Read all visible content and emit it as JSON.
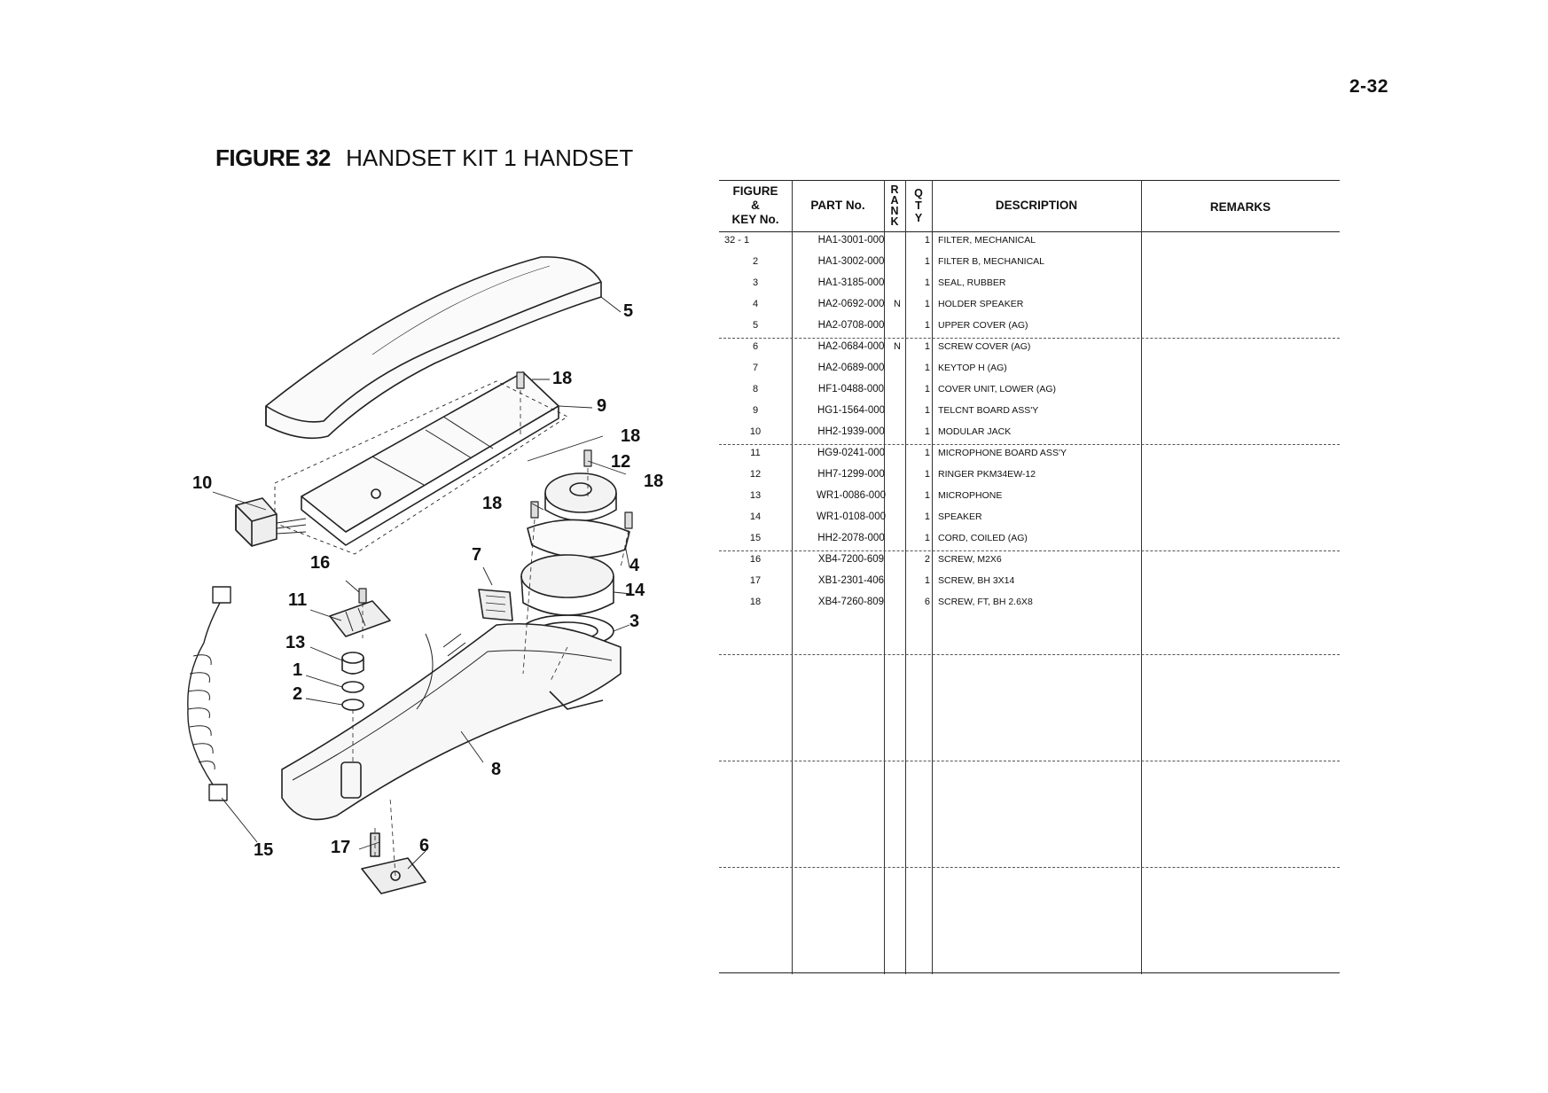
{
  "page": {
    "number": "2-32"
  },
  "figure": {
    "label": "FIGURE 32",
    "name": "HANDSET KIT 1 HANDSET"
  },
  "table": {
    "headers": {
      "figure_key": [
        "FIGURE",
        "&",
        "KEY No."
      ],
      "part_no": "PART No.",
      "rank": [
        "R",
        "A",
        "N",
        "K"
      ],
      "qty": [
        "Q",
        "T",
        "Y"
      ],
      "description": "DESCRIPTION",
      "remarks": "REMARKS"
    },
    "rows": [
      {
        "key": "32 -  1",
        "part": "HA1-3001-000",
        "rank": "",
        "qty": "1",
        "desc": "FILTER, MECHANICAL"
      },
      {
        "key": "2",
        "part": "HA1-3002-000",
        "rank": "",
        "qty": "1",
        "desc": "FILTER B, MECHANICAL"
      },
      {
        "key": "3",
        "part": "HA1-3185-000",
        "rank": "",
        "qty": "1",
        "desc": "SEAL, RUBBER"
      },
      {
        "key": "4",
        "part": "HA2-0692-000",
        "rank": "N",
        "qty": "1",
        "desc": "HOLDER SPEAKER"
      },
      {
        "key": "5",
        "part": "HA2-0708-000",
        "rank": "",
        "qty": "1",
        "desc": "UPPER COVER (AG)"
      },
      {
        "key": "6",
        "part": "HA2-0684-000",
        "rank": "N",
        "qty": "1",
        "desc": "SCREW COVER (AG)"
      },
      {
        "key": "7",
        "part": "HA2-0689-000",
        "rank": "",
        "qty": "1",
        "desc": "KEYTOP H (AG)"
      },
      {
        "key": "8",
        "part": "HF1-0488-000",
        "rank": "",
        "qty": "1",
        "desc": "COVER UNIT, LOWER (AG)"
      },
      {
        "key": "9",
        "part": "HG1-1564-000",
        "rank": "",
        "qty": "1",
        "desc": "TELCNT BOARD ASS'Y"
      },
      {
        "key": "10",
        "part": "HH2-1939-000",
        "rank": "",
        "qty": "1",
        "desc": "MODULAR JACK"
      },
      {
        "key": "11",
        "part": "HG9-0241-000",
        "rank": "",
        "qty": "1",
        "desc": "MICROPHONE BOARD ASS'Y"
      },
      {
        "key": "12",
        "part": "HH7-1299-000",
        "rank": "",
        "qty": "1",
        "desc": "RINGER PKM34EW-12"
      },
      {
        "key": "13",
        "part": "WR1-0086-000",
        "rank": "",
        "qty": "1",
        "desc": "MICROPHONE"
      },
      {
        "key": "14",
        "part": "WR1-0108-000",
        "rank": "",
        "qty": "1",
        "desc": "SPEAKER"
      },
      {
        "key": "15",
        "part": "HH2-2078-000",
        "rank": "",
        "qty": "1",
        "desc": "CORD, COILED (AG)"
      },
      {
        "key": "16",
        "part": "XB4-7200-609",
        "rank": "",
        "qty": "2",
        "desc": "SCREW, M2X6"
      },
      {
        "key": "17",
        "part": "XB1-2301-406",
        "rank": "",
        "qty": "1",
        "desc": "SCREW, BH 3X14"
      },
      {
        "key": "18",
        "part": "XB4-7260-809",
        "rank": "",
        "qty": "6",
        "desc": "SCREW, FT, BH 2.6X8"
      }
    ]
  },
  "diagram": {
    "callouts": [
      {
        "id": "5",
        "text": "5"
      },
      {
        "id": "18a",
        "text": "18"
      },
      {
        "id": "9",
        "text": "9"
      },
      {
        "id": "18b",
        "text": "18"
      },
      {
        "id": "12",
        "text": "12"
      },
      {
        "id": "18c",
        "text": "18"
      },
      {
        "id": "18d",
        "text": "18"
      },
      {
        "id": "10",
        "text": "10"
      },
      {
        "id": "16",
        "text": "16"
      },
      {
        "id": "7",
        "text": "7"
      },
      {
        "id": "4",
        "text": "4"
      },
      {
        "id": "14",
        "text": "14"
      },
      {
        "id": "11",
        "text": "11"
      },
      {
        "id": "3",
        "text": "3"
      },
      {
        "id": "13",
        "text": "13"
      },
      {
        "id": "1",
        "text": "1"
      },
      {
        "id": "2",
        "text": "2"
      },
      {
        "id": "8",
        "text": "8"
      },
      {
        "id": "15",
        "text": "15"
      },
      {
        "id": "17",
        "text": "17"
      },
      {
        "id": "6",
        "text": "6"
      }
    ]
  }
}
